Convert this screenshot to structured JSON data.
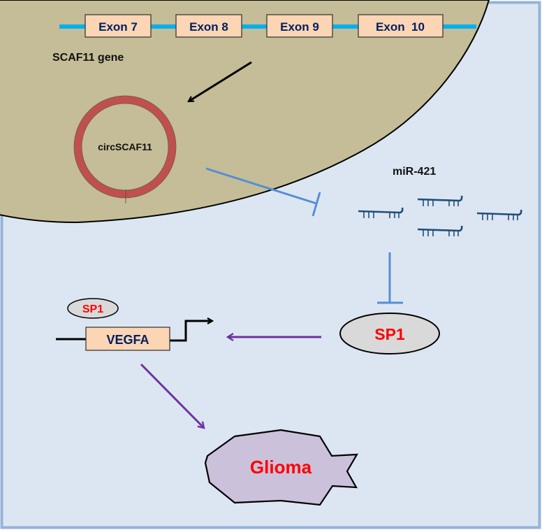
{
  "diagram": {
    "colors": {
      "cytoplasm_fill": "#dce6f2",
      "cytoplasm_border": "#95b3d7",
      "nucleus_fill": "#c4bd97",
      "gene_line": "#00b0f0",
      "exon_fill": "#fcd5b5",
      "exon_text": "#002060",
      "circ_rna": "#c0504d",
      "inhibition": "#558ed5",
      "mirna": "#1f4e79",
      "activation": "#7030a0",
      "sp1_fill": "#d9d9d9",
      "sp1_text": "#ff0000",
      "glioma_fill": "#ccc1da",
      "glioma_text": "#ff0000"
    },
    "gene": {
      "label": "SCAF11 gene",
      "exons": [
        "Exon 7",
        "Exon 8",
        "Exon 9",
        "Exon  10"
      ]
    },
    "circ_rna": {
      "label": "circSCAF11"
    },
    "mirna": {
      "label": "miR-421",
      "count": 4
    },
    "sp1_small": {
      "label": "SP1"
    },
    "sp1_large": {
      "label": "SP1"
    },
    "vegfa": {
      "label": "VEGFA"
    },
    "glioma": {
      "label": "Glioma"
    },
    "relations": [
      {
        "from": "SCAF11 gene",
        "to": "circSCAF11",
        "type": "produces"
      },
      {
        "from": "circSCAF11",
        "to": "miR-421",
        "type": "inhibits"
      },
      {
        "from": "miR-421",
        "to": "SP1",
        "type": "inhibits"
      },
      {
        "from": "SP1",
        "to": "VEGFA",
        "type": "activates transcription"
      },
      {
        "from": "VEGFA",
        "to": "Glioma",
        "type": "promotes"
      }
    ]
  }
}
